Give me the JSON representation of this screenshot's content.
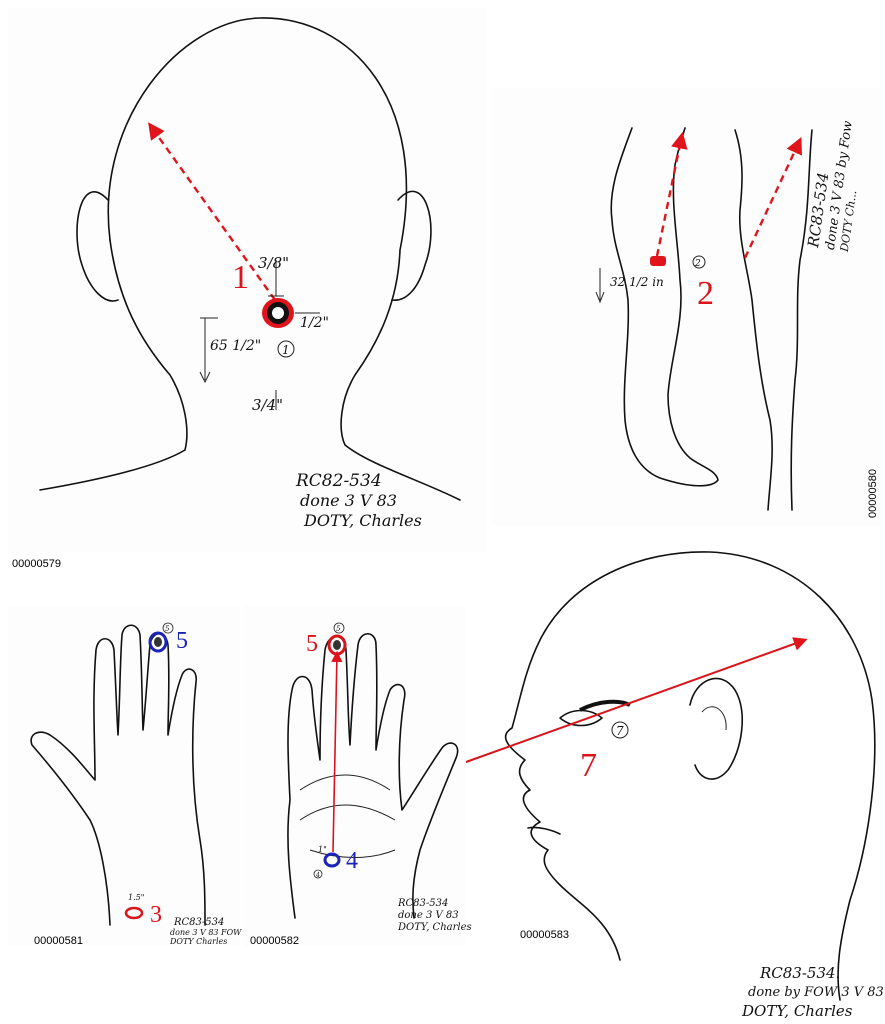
{
  "panels": {
    "head_back": {
      "doc_number": "00000579",
      "wound_number": "1",
      "measure_top": "3/8\"",
      "measure_side": "1/2\"",
      "measure_down": "65 1/2\"",
      "measure_bottom": "3/4\"",
      "circle_label": "1",
      "note_line1": "RC82-534",
      "note_line2": "done 3 V 83",
      "note_line3": "DOTY, Charles"
    },
    "legs": {
      "doc_number": "00000580",
      "wound_number": "2",
      "circle_label": "2",
      "measure": "32 1/2 in",
      "note_line1": "RC83-534",
      "note_line2": "done 3 V 83 by Fow",
      "note_line3": "DOTY Ch..."
    },
    "hand_back": {
      "doc_number": "00000581",
      "wound_a": "5",
      "wound_b": "3",
      "circle_label": "5",
      "measure": "1.5\"",
      "note_line1": "RC83-534",
      "note_line2": "done 3 V 83 FOW",
      "note_line3": "DOTY Charles"
    },
    "hand_palm": {
      "doc_number": "00000582",
      "wound_a": "5",
      "wound_b": "4",
      "circle_label_a": "5",
      "circle_label_b": "4",
      "measure": "1\"",
      "note_line1": "RC83-534",
      "note_line2": "done 3 V 83",
      "note_line3": "DOTY, Charles"
    },
    "head_side": {
      "doc_number": "00000583",
      "wound_number": "7",
      "circle_label": "7",
      "note_line1": "RC83-534.",
      "note_line2": "done by FOW 3 V 83",
      "note_line3": "DOTY, Charles"
    }
  },
  "colors": {
    "wound_red": "#d9141b",
    "wound_blue": "#1c24b8",
    "ink": "#111111"
  }
}
